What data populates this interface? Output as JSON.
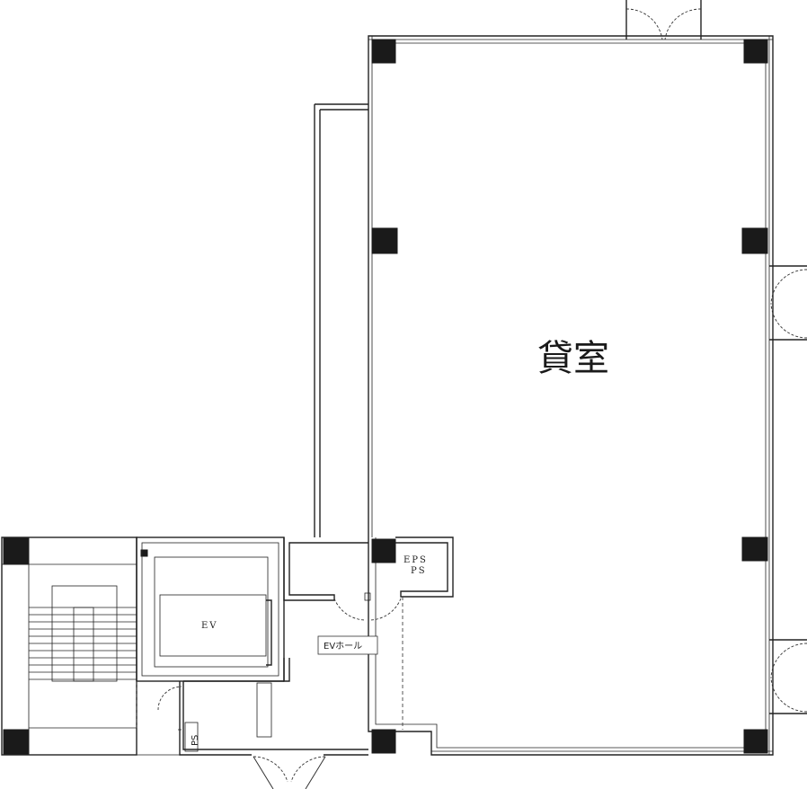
{
  "floor_plan": {
    "rooms": {
      "rental_room": "貸室",
      "eps": "EPS",
      "ps_upper": "PS",
      "elevator": "EV",
      "ev_hall": "EVホール",
      "ps_lower": "PS"
    }
  }
}
